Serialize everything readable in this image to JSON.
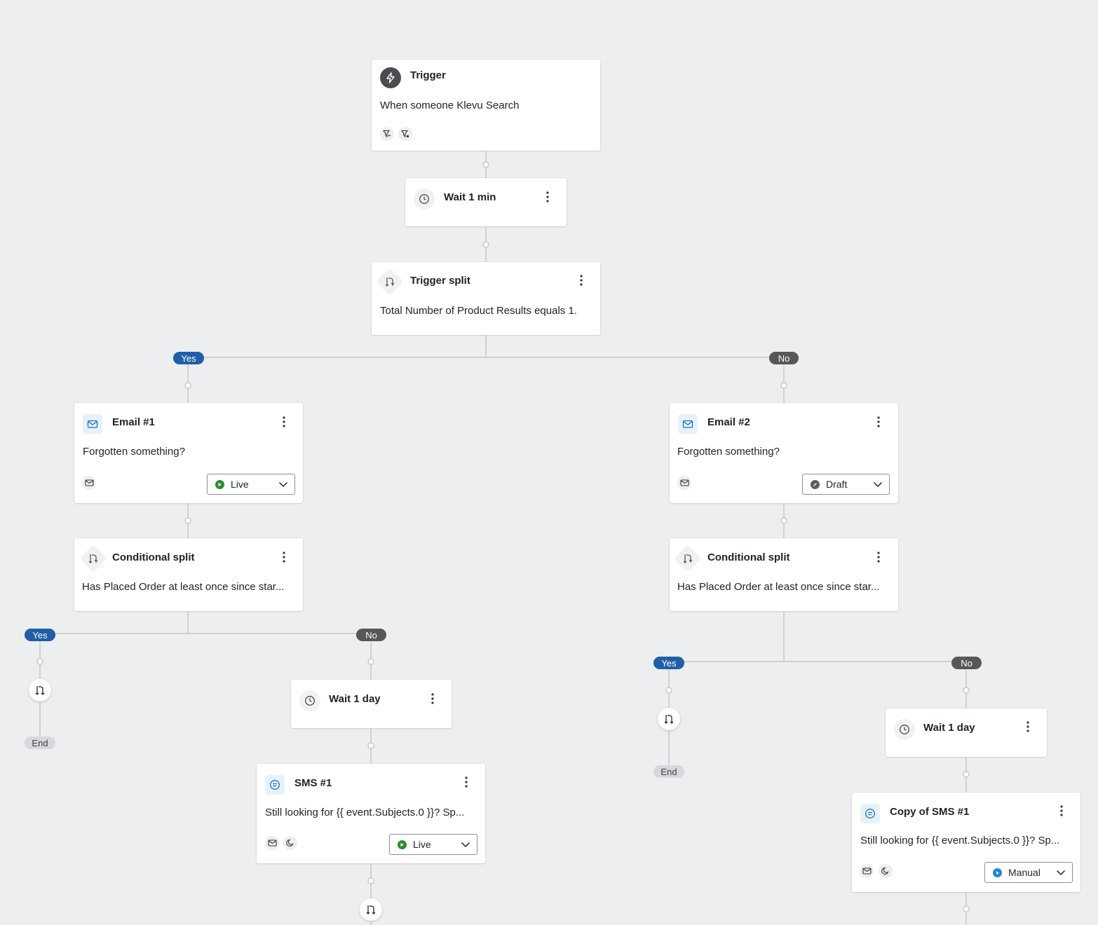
{
  "trigger": {
    "title": "Trigger",
    "description": "When someone Klevu Search",
    "icon": "lightning-icon",
    "filter_icons": [
      "trigger-filter-icon",
      "profile-filter-icon"
    ]
  },
  "wait1": {
    "title": "Wait 1 min",
    "icon": "clock-icon"
  },
  "trigger_split": {
    "title": "Trigger split",
    "description": "Total Number of Product Results equals 1.",
    "icon": "split-icon",
    "yes_label": "Yes",
    "no_label": "No"
  },
  "email1": {
    "title": "Email #1",
    "description": "Forgotten something?",
    "icon": "email-icon",
    "status": "Live",
    "status_color": "#2e8b2e"
  },
  "email2": {
    "title": "Email #2",
    "description": "Forgotten something?",
    "icon": "email-icon",
    "status": "Draft",
    "status_color": "#5b5e62"
  },
  "cond1": {
    "title": "Conditional split",
    "description": "Has Placed Order at least once since star...",
    "yes_label": "Yes",
    "no_label": "No",
    "end_label": "End"
  },
  "cond2": {
    "title": "Conditional split",
    "description": "Has Placed Order at least once since star...",
    "yes_label": "Yes",
    "no_label": "No",
    "end_label": "End"
  },
  "wait2": {
    "title": "Wait 1 day"
  },
  "wait3": {
    "title": "Wait 1 day"
  },
  "sms1": {
    "title": "SMS #1",
    "description": "Still looking for {{ event.Subjects.0 }}? Sp...",
    "icon": "sms-icon",
    "status": "Live",
    "status_color": "#2e8b2e"
  },
  "sms2": {
    "title": "Copy of SMS #1",
    "description": "Still looking for {{ event.Subjects.0 }}? Sp...",
    "icon": "sms-icon",
    "status": "Manual",
    "status_color": "#1e88d6"
  },
  "colors": {
    "background": "#edeef0",
    "yes_pill": "#1f5fa8",
    "no_pill": "#555759",
    "connector": "#c4c6c9"
  }
}
